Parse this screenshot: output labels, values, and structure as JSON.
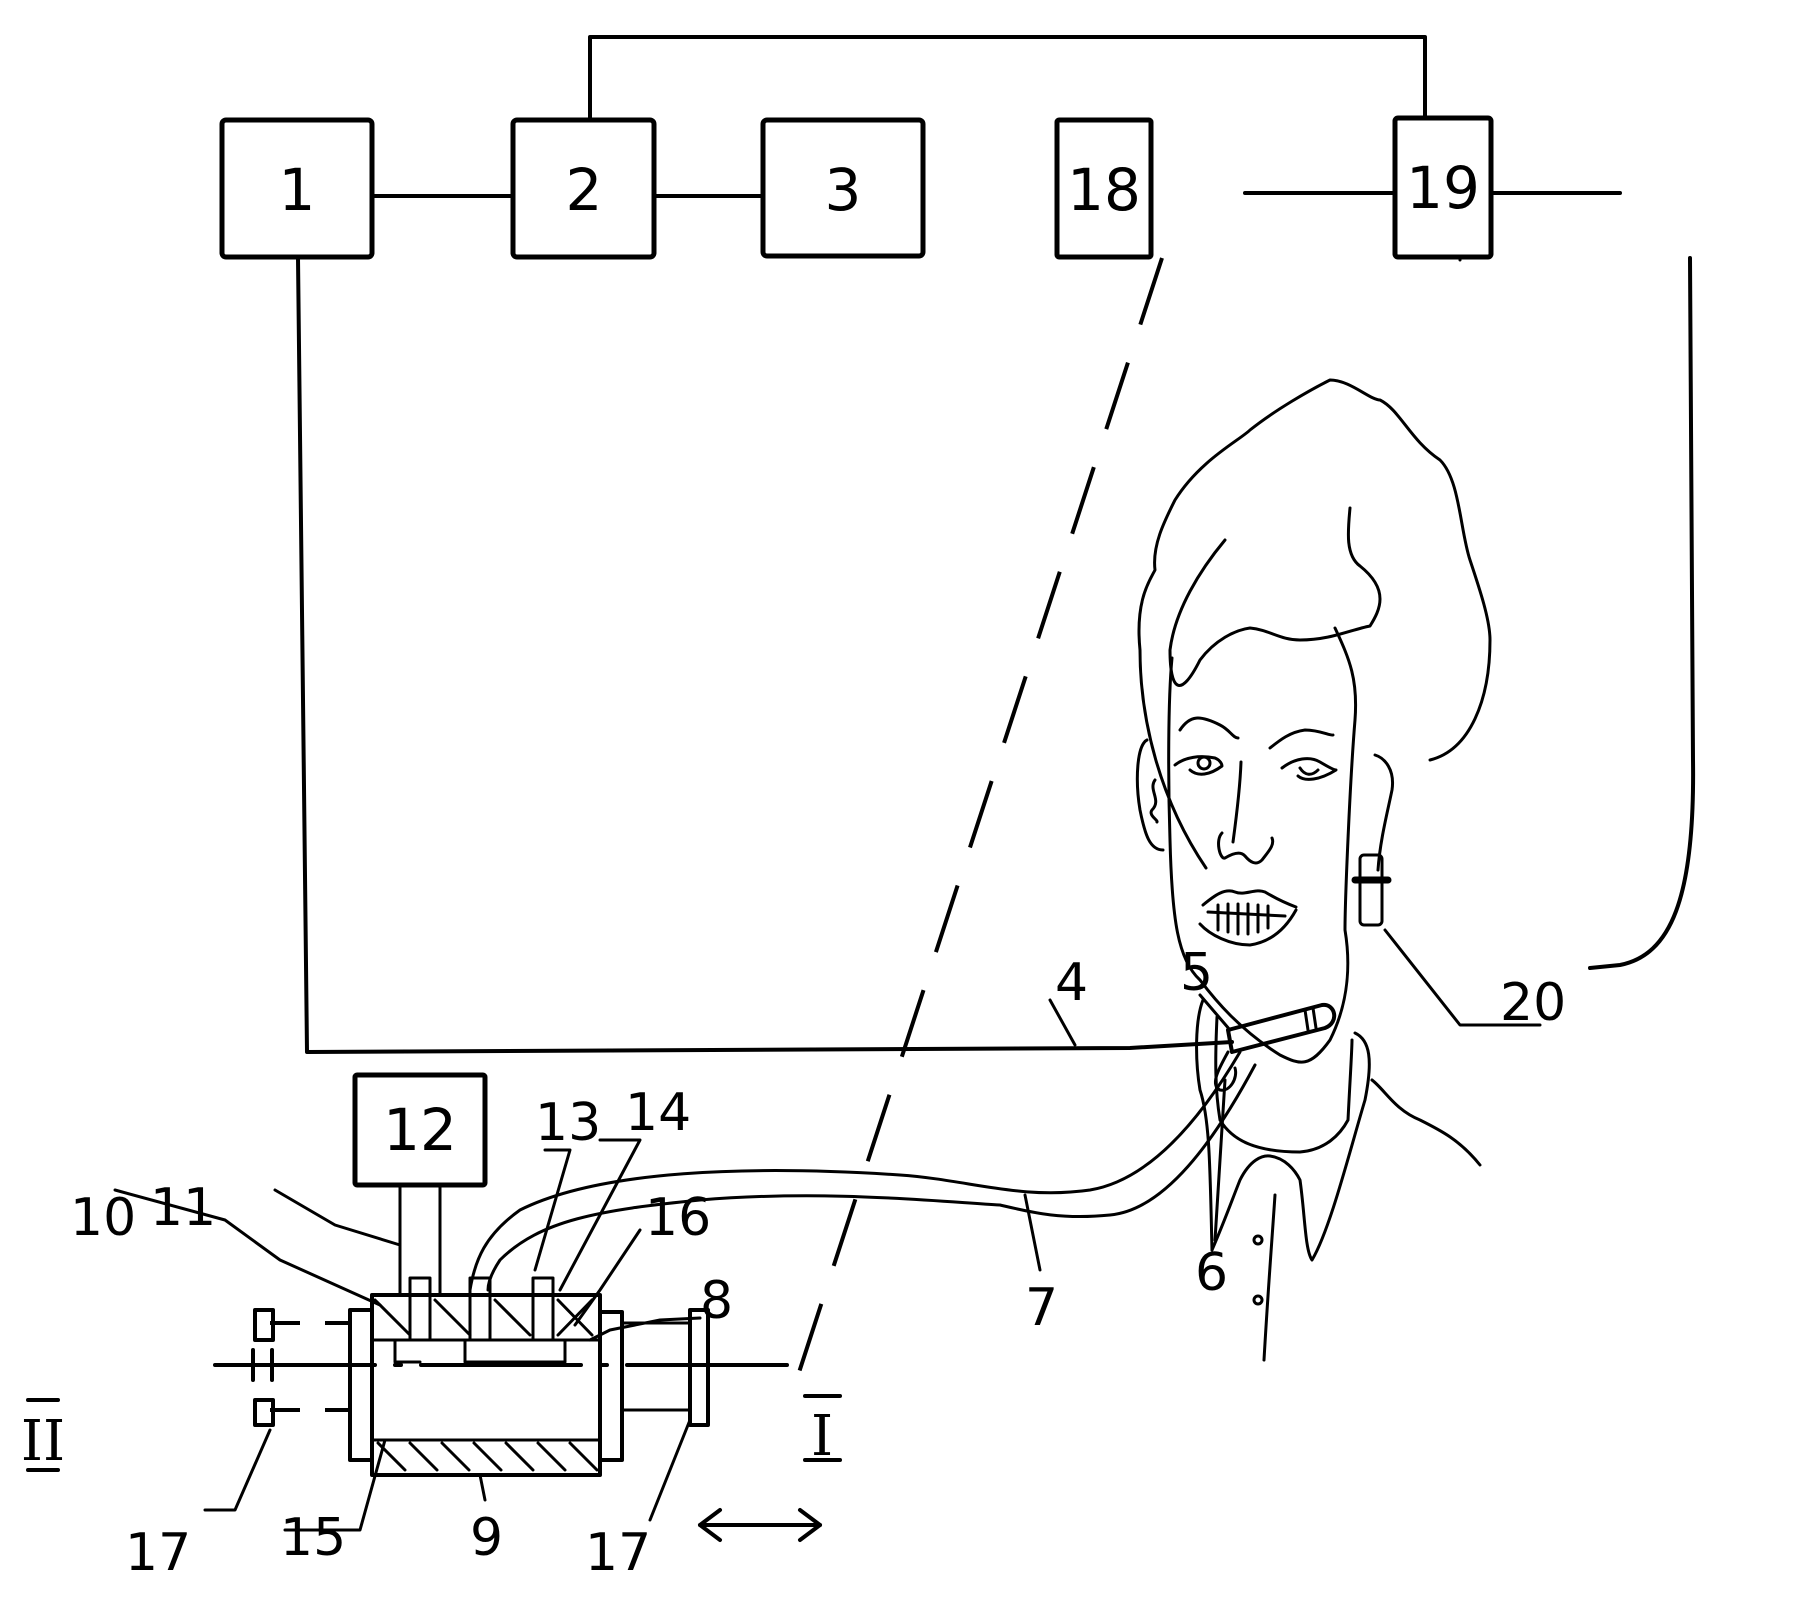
{
  "figure": {
    "blocks": [
      {
        "id": "block-1",
        "label": "1"
      },
      {
        "id": "block-2",
        "label": "2"
      },
      {
        "id": "block-3",
        "label": "3"
      },
      {
        "id": "block-18",
        "label": "18"
      },
      {
        "id": "block-19",
        "label": "19"
      },
      {
        "id": "block-12",
        "label": "12"
      }
    ],
    "reference_labels": {
      "r4": "4",
      "r5": "5",
      "r6": "6",
      "r7": "7",
      "r8": "8",
      "r9": "9",
      "r10": "10",
      "r11": "11",
      "r13": "13",
      "r14": "14",
      "r15": "15",
      "r16": "16",
      "r17a": "17",
      "r17b": "17",
      "r20": "20"
    },
    "positions": {
      "left": "II",
      "right": "I"
    },
    "motion_arrow": "bidirectional-horizontal"
  }
}
